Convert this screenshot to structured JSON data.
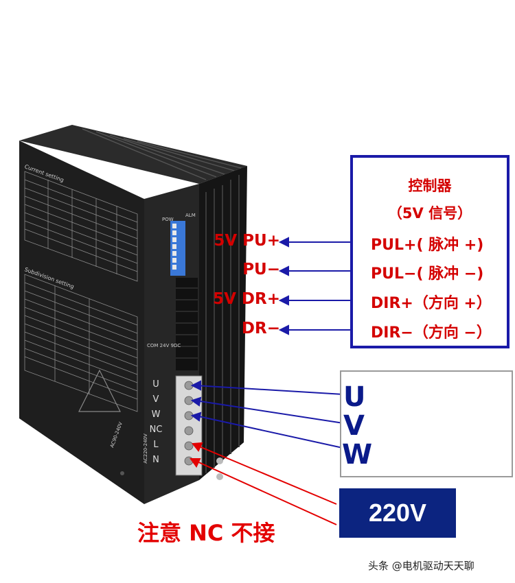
{
  "controller": {
    "title": "控制器",
    "subtitle": "（5V 信号）",
    "signals": [
      "PUL+( 脉冲 +)",
      "PUL−( 脉冲 −)",
      "DIR+（方向 +）",
      "DIR−（方向 −）"
    ]
  },
  "driver_signals": [
    "5V PU+",
    "PU−",
    "5V DR+",
    "DR−"
  ],
  "panel": {
    "current_setting": "Current setting",
    "subdivision_setting": "Subdivision setting",
    "pow": "POW",
    "alm": "ALM",
    "com": "COM 24V 9DC",
    "terminals": [
      "U",
      "V",
      "W",
      "NC",
      "L",
      "N"
    ],
    "ac_label": "AC220-240V",
    "ac_small": "AC90-240V"
  },
  "motor_phases": [
    "U",
    "V",
    "W"
  ],
  "power": "220V",
  "note": "注意 NC 不接",
  "watermark": "头条 @电机驱动天天聊",
  "colors": {
    "red": "#d40000",
    "blue": "#1a1aa8",
    "navy": "#0c2480"
  }
}
